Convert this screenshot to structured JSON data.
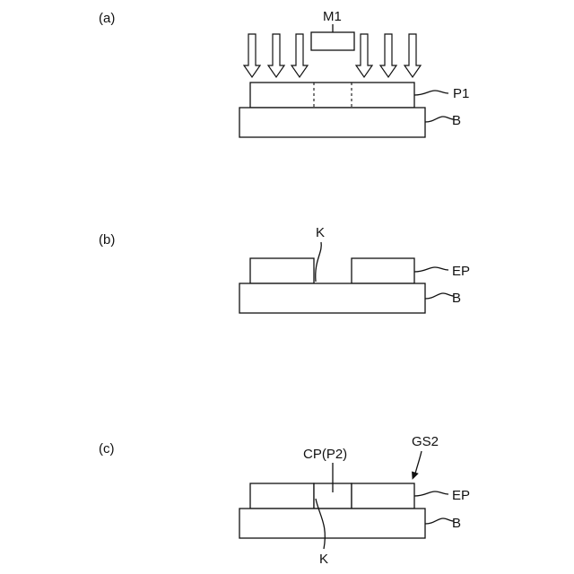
{
  "panels": {
    "a": {
      "label": "(a)",
      "mask": "M1",
      "layer": "P1",
      "substrate": "B"
    },
    "b": {
      "label": "(b)",
      "groove": "K",
      "layer": "EP",
      "substrate": "B"
    },
    "c": {
      "label": "(c)",
      "fill": "CP(P2)",
      "structure": "GS2",
      "layer": "EP",
      "substrate": "B",
      "groove": "K"
    }
  }
}
